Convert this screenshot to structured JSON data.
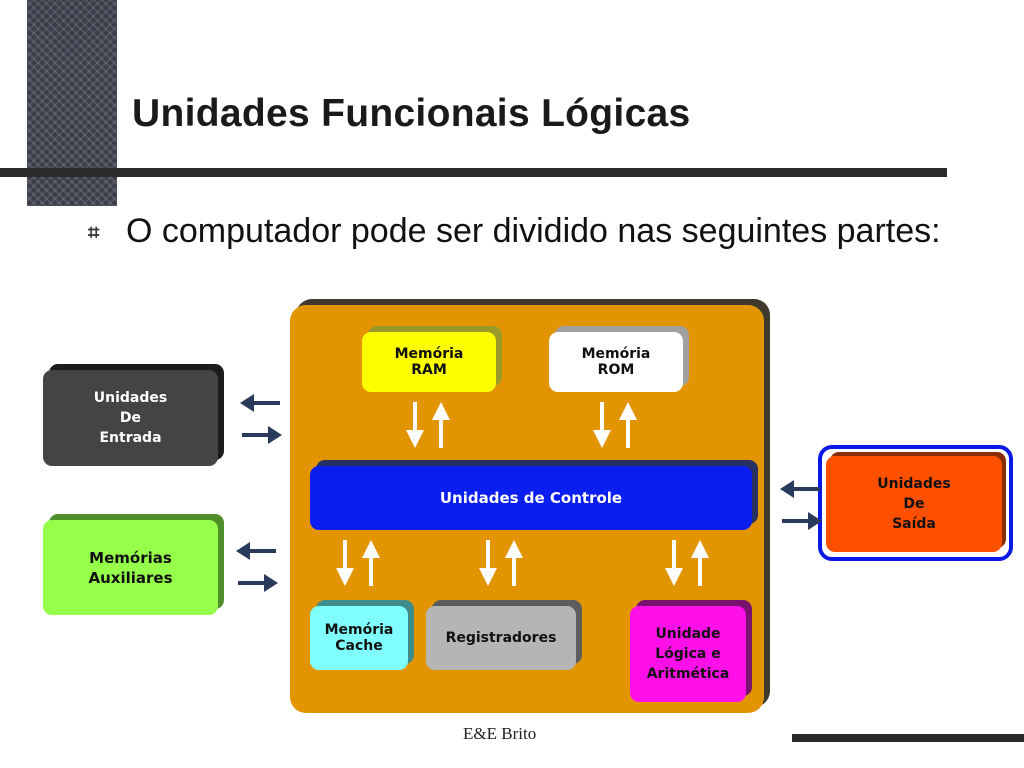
{
  "slide": {
    "title": "Unidades Funcionais Lógicas",
    "bullet_text": "O computador pode ser dividido nas seguintes partes:",
    "footer": "E&E  Brito"
  },
  "diagram": {
    "memoria_ram": "Memória\nRAM",
    "memoria_rom": "Memória\nROM",
    "unidades_controle": "Unidades de Controle",
    "memoria_cache": "Memória\nCache",
    "registradores": "Registradores",
    "ula": "Unidade\nLógica e\nAritmética",
    "unidades_entrada": "Unidades\nDe\nEntrada",
    "memorias_auxiliares": "Memórias\nAuxiliares",
    "unidades_saida": "Unidades\nDe\nSaída"
  },
  "colors": {
    "cpu_fill": "#e29500",
    "control_fill": "#0a1ef0",
    "ram_fill": "#ffff00",
    "cache_fill": "#7fffff",
    "ula_fill": "#ff10e8",
    "aux_fill": "#96ff4a",
    "saida_fill": "#ff5000",
    "entrada_fill": "#444444"
  }
}
